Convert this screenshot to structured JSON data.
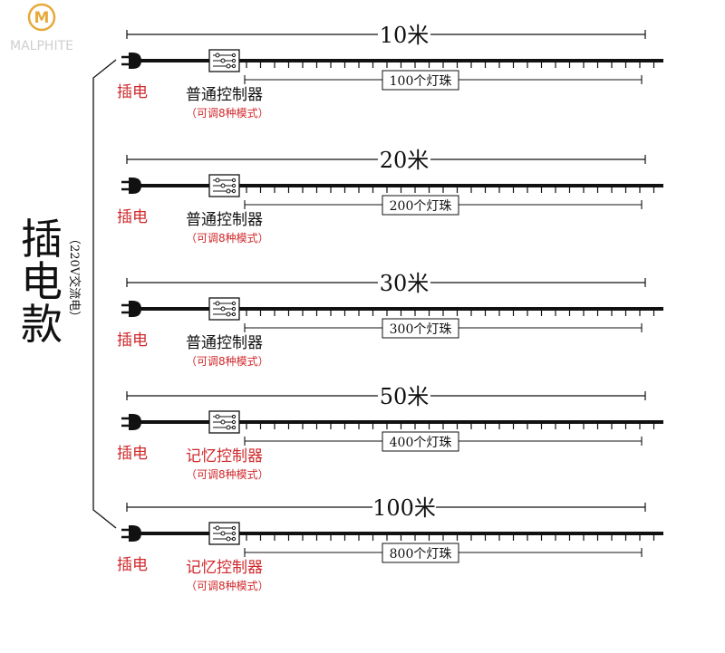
{
  "logo": {
    "text": "MALPHITE",
    "mark": "M",
    "color": "#e7a93a"
  },
  "side_label": {
    "title": "插电款",
    "note": "（220V交流电）"
  },
  "colors": {
    "accent_red": "#d0282b",
    "line": "#111111"
  },
  "rows": [
    {
      "length": "10米",
      "beads": "100个灯珠",
      "plug": "插电",
      "controller": "普通控制器",
      "controller_red": false,
      "modes": "（可调8种模式）"
    },
    {
      "length": "20米",
      "beads": "200个灯珠",
      "plug": "插电",
      "controller": "普通控制器",
      "controller_red": false,
      "modes": "（可调8种模式）"
    },
    {
      "length": "30米",
      "beads": "300个灯珠",
      "plug": "插电",
      "controller": "普通控制器",
      "controller_red": false,
      "modes": "（可调8种模式）"
    },
    {
      "length": "50米",
      "beads": "400个灯珠",
      "plug": "插电",
      "controller": "记忆控制器",
      "controller_red": true,
      "modes": "（可调8种模式）"
    },
    {
      "length": "100米",
      "beads": "800个灯珠",
      "plug": "插电",
      "controller": "记忆控制器",
      "controller_red": true,
      "modes": "（可调8种模式）"
    }
  ]
}
